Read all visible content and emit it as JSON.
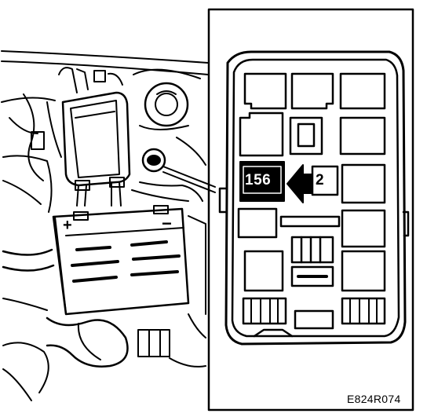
{
  "diagram": {
    "relay_label": "156",
    "position_label": "2",
    "drawing_code": "E824R074",
    "battery_plus": "+",
    "battery_minus": "−"
  },
  "colors": {
    "ink": "#000000",
    "paper": "#ffffff",
    "highlight": "#000000"
  }
}
